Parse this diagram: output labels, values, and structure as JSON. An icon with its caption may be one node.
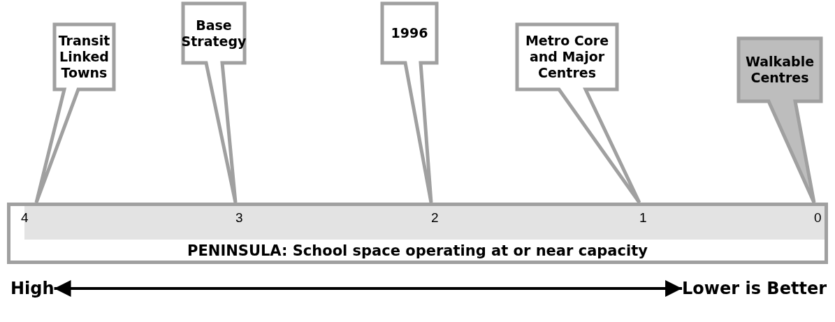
{
  "diagram": {
    "nodes": [
      {
        "text": [
          "Transit Linked Towns"
        ]
      },
      {
        "text": [
          "Base Strategy"
        ]
      },
      {
        "text": [
          "1996"
        ]
      },
      {
        "text": [
          "Metro Core and Major Centres"
        ]
      },
      {
        "text": [
          "Walkable Centres"
        ]
      },
      {
        "text": [
          "PENINSULA: School space operating at or near capacity"
        ]
      },
      {
        "text": [
          "High"
        ]
      },
      {
        "text": [
          "Lower is Better"
        ]
      }
    ],
    "edges": [
      {
        "from": 6,
        "to": 7,
        "arrow": "both"
      }
    ],
    "labels": [
      "4",
      "3",
      "2",
      "1",
      "0"
    ]
  }
}
